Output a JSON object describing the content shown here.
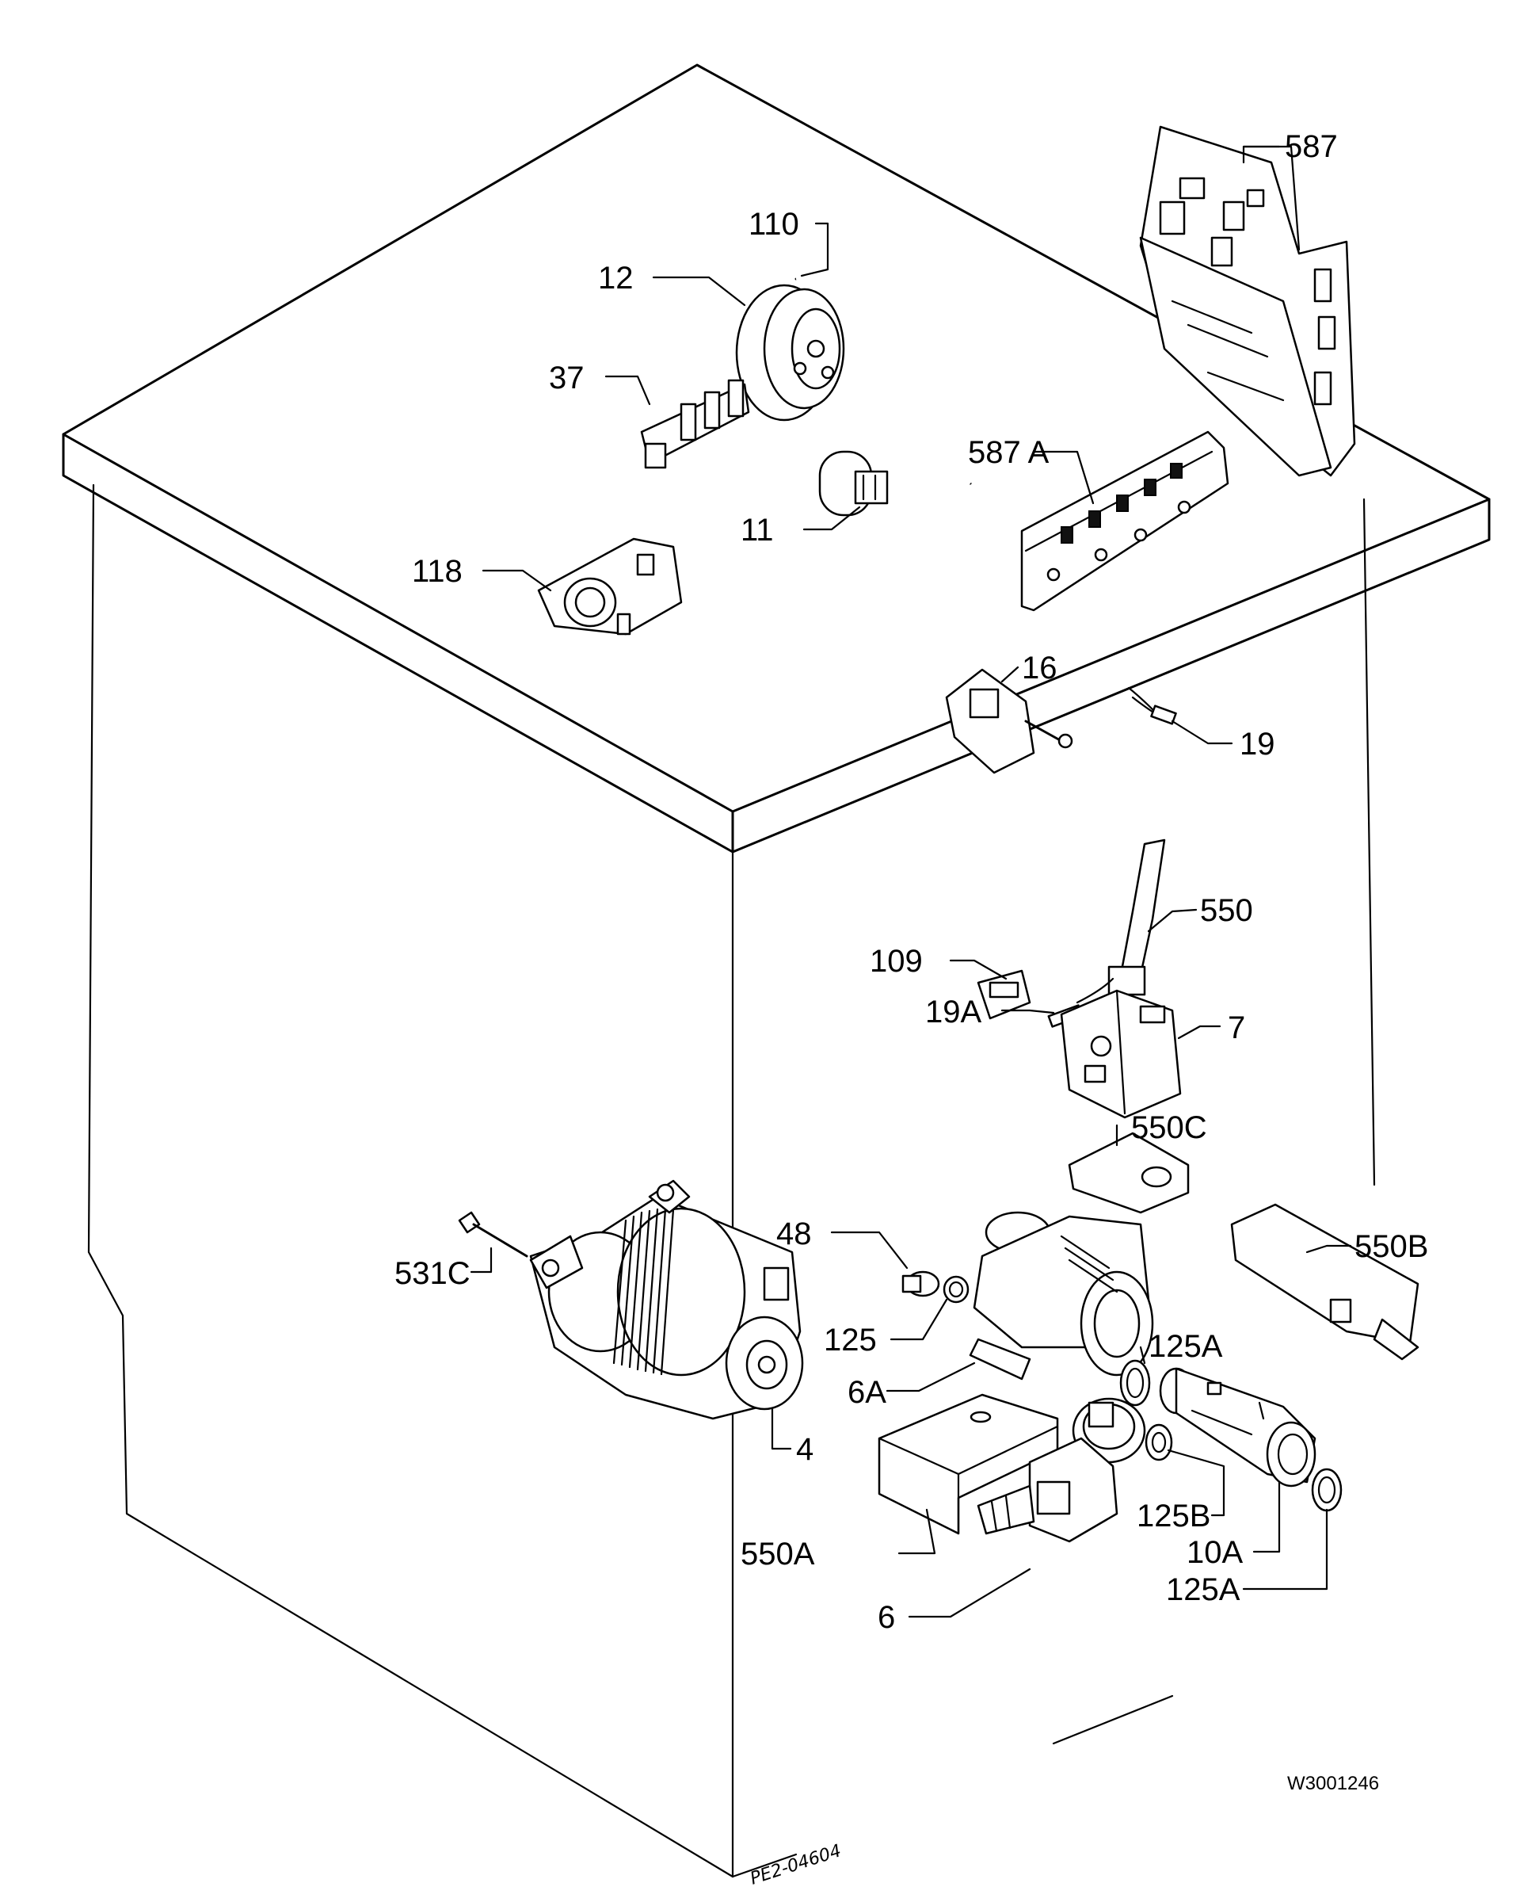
{
  "labels": {
    "l587": "587",
    "l110": "110",
    "l12": "12",
    "l37": "37",
    "l587a": "587 A",
    "l11": "11",
    "l118": "118",
    "l16": "16",
    "l19": "19",
    "l109": "109",
    "l550": "550",
    "l19a": "19A",
    "l7": "7",
    "l550c": "550C",
    "l48": "48",
    "l531c": "531C",
    "l550b": "550B",
    "l125": "125",
    "l125a_top": "125A",
    "l6a": "6A",
    "l4": "4",
    "l125b": "125B",
    "l10a": "10A",
    "l550a": "550A",
    "l125a_bottom": "125A",
    "l6": "6"
  },
  "drawing_code": "W3001246",
  "handwritten_ref": "PE2-04604"
}
